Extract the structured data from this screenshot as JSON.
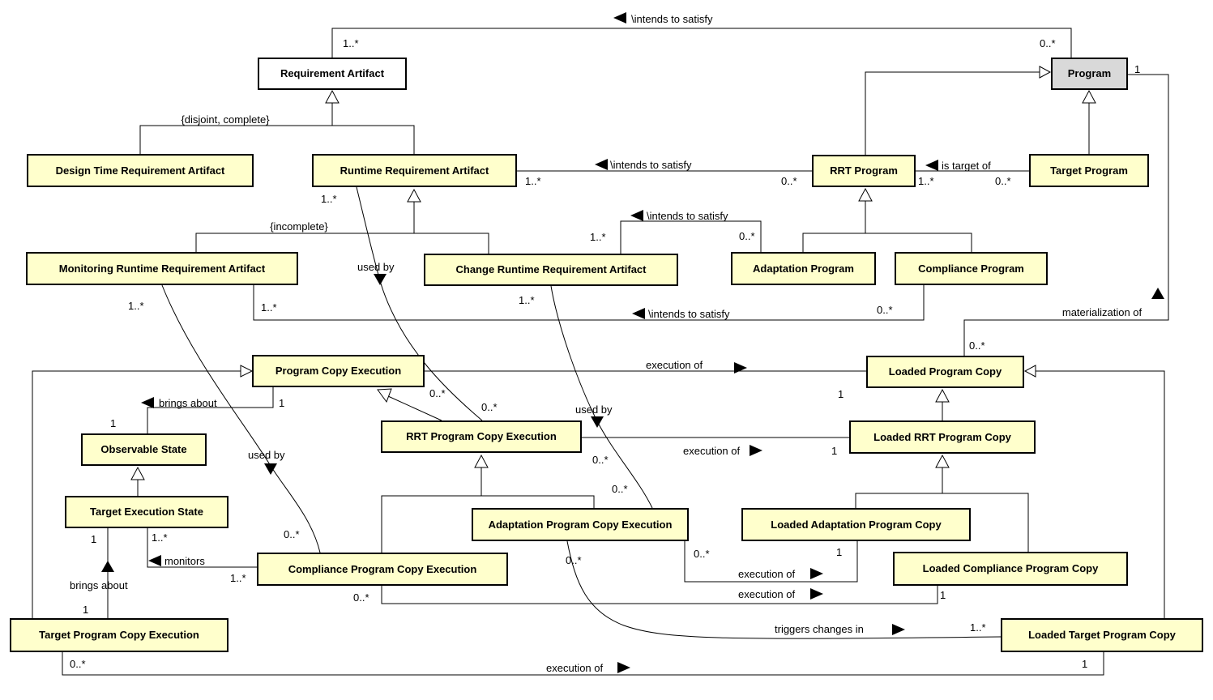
{
  "colors": {
    "class_fill": "#FFFFCC",
    "program_fill": "#D9D9D9",
    "root_fill": "#FFFFFF",
    "border": "#000000",
    "line": "#000000"
  },
  "classes": {
    "requirement_artifact": "Requirement Artifact",
    "program": "Program",
    "design_time_requirement_artifact": "Design Time Requirement Artifact",
    "runtime_requirement_artifact": "Runtime Requirement Artifact",
    "rrt_program": "RRT Program",
    "target_program": "Target Program",
    "monitoring_runtime_requirement_artifact": "Monitoring Runtime Requirement Artifact",
    "change_runtime_requirement_artifact": "Change Runtime Requirement Artifact",
    "adaptation_program": "Adaptation Program",
    "compliance_program": "Compliance Program",
    "program_copy_execution": "Program Copy Execution",
    "loaded_program_copy": "Loaded Program Copy",
    "observable_state": "Observable State",
    "rrt_program_copy_execution": "RRT Program Copy Execution",
    "loaded_rrt_program_copy": "Loaded RRT Program Copy",
    "target_execution_state": "Target Execution State",
    "adaptation_program_copy_execution": "Adaptation Program Copy Execution",
    "loaded_adaptation_program_copy": "Loaded Adaptation Program Copy",
    "compliance_program_copy_execution": "Compliance Program Copy Execution",
    "loaded_compliance_program_copy": "Loaded Compliance Program Copy",
    "target_program_copy_execution": "Target Program Copy Execution",
    "loaded_target_program_copy": "Loaded Target Program Copy"
  },
  "edge_labels": {
    "intends_to_satisfy_top": "\\intends to satisfy",
    "intends_to_satisfy_rrt": "\\intends to satisfy",
    "intends_to_satisfy_adaptation": "\\intends to satisfy",
    "intends_to_satisfy_compliance": "\\intends to satisfy",
    "is_target_of": "is target of",
    "materialization_of": "materialization of",
    "used_by_runtime": "used by",
    "used_by_monitoring": "used by",
    "used_by_change": "used by",
    "brings_about_observable": "brings about",
    "brings_about_target": "brings about",
    "monitors": "monitors",
    "execution_of_program": "execution of",
    "execution_of_rrt": "execution of",
    "execution_of_adaptation": "execution of",
    "execution_of_compliance": "execution of",
    "execution_of_target": "execution of",
    "triggers_changes_in": "triggers changes in",
    "constraint_disjoint_complete": "{disjoint, complete}",
    "constraint_incomplete": "{incomplete}"
  },
  "multiplicities": {
    "intends_top_ra": "1..*",
    "intends_top_program": "0..*",
    "intends_rrt_runtime": "1..*",
    "intends_rrt_program": "0..*",
    "is_target_of_rrt": "1..*",
    "is_target_of_target": "0..*",
    "intends_adaptation_change": "1..*",
    "intends_adaptation_program": "0..*",
    "intends_compliance_monitoring": "1..*",
    "intends_compliance_program": "0..*",
    "used_by_runtime_src": "1..*",
    "used_by_runtime_tgt": "0..*",
    "used_by_monitoring_src": "1..*",
    "used_by_monitoring_tgt": "0..*",
    "used_by_change_src": "1..*",
    "used_by_change_tgt": "0..*",
    "materialization_program": "1",
    "materialization_copy": "0..*",
    "execution_program_src": "0..*",
    "execution_program_tgt": "1",
    "execution_rrt_src": "0..*",
    "execution_rrt_tgt": "1",
    "execution_adaptation_src": "0..*",
    "execution_adaptation_tgt": "1",
    "execution_compliance_src": "0..*",
    "execution_compliance_tgt": "1",
    "execution_target_src": "0..*",
    "execution_target_tgt": "1",
    "brings_observable_pce": "1",
    "brings_observable_state": "1",
    "brings_target_state": "1",
    "brings_target_pce": "1",
    "monitors_state": "1..*",
    "monitors_execution": "1..*",
    "triggers_src": "0..*",
    "triggers_tgt": "1..*"
  }
}
